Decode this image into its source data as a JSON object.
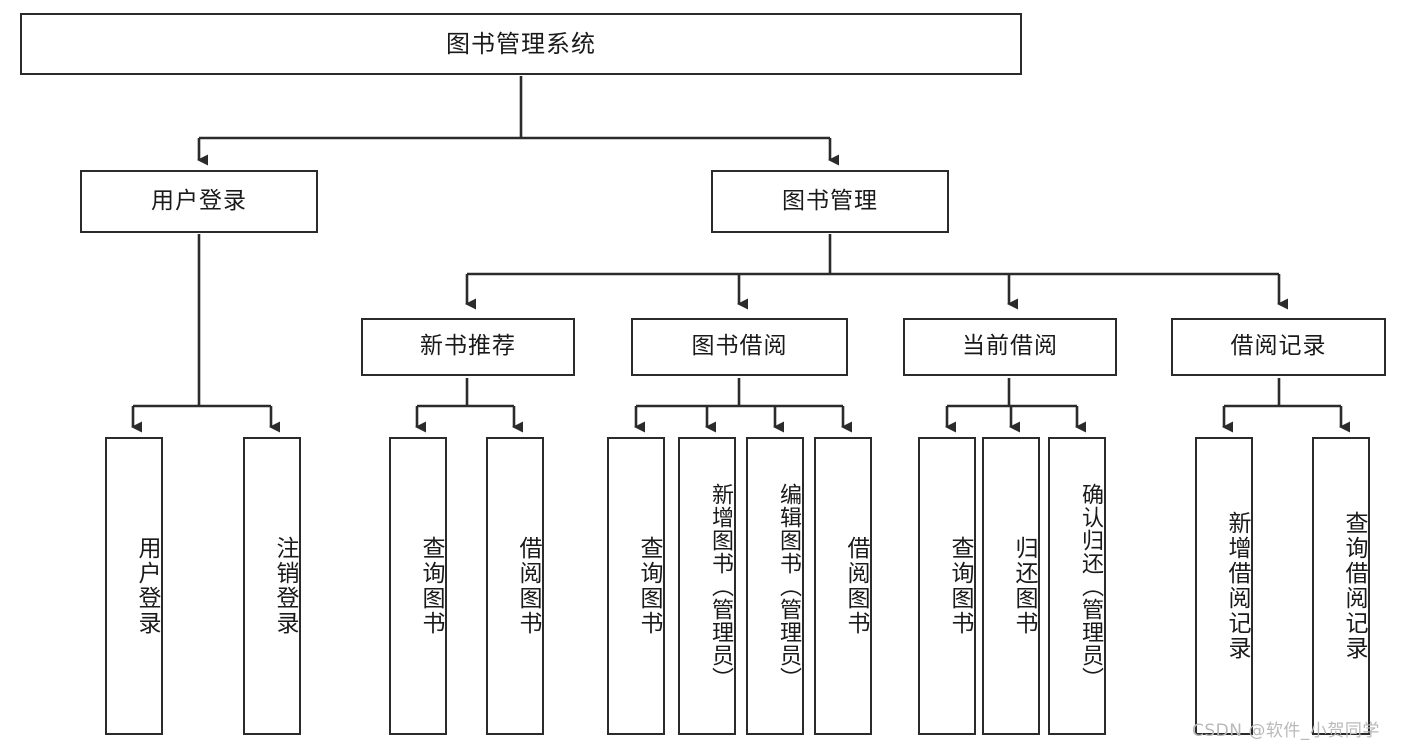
{
  "diagram": {
    "type": "tree",
    "title": "图书管理系统",
    "orientation": "top-down",
    "style": {
      "box_border_color": "#2b2b2b",
      "box_fill_color": "#ffffff",
      "line_color": "#2b2b2b",
      "text_color": "#1a1a1a",
      "background": "#ffffff"
    },
    "root": {
      "label": "图书管理系统"
    },
    "level2": [
      {
        "label": "用户登录"
      },
      {
        "label": "图书管理"
      }
    ],
    "level3": [
      {
        "label": "新书推荐"
      },
      {
        "label": "图书借阅"
      },
      {
        "label": "当前借阅"
      },
      {
        "label": "借阅记录"
      }
    ],
    "leaves": {
      "user_login": [
        {
          "label": "用户登录"
        },
        {
          "label": "注销登录"
        }
      ],
      "new_book_recommend": [
        {
          "label": "查询图书"
        },
        {
          "label": "借阅图书"
        }
      ],
      "book_borrow": [
        {
          "label": "查询图书"
        },
        {
          "label": "新增图书（管理员）"
        },
        {
          "label": "编辑图书（管理员）"
        },
        {
          "label": "借阅图书"
        }
      ],
      "current_borrow": [
        {
          "label": "查询图书"
        },
        {
          "label": "归还图书"
        },
        {
          "label": "确认归还（管理员）"
        }
      ],
      "borrow_records": [
        {
          "label": "新增借阅记录"
        },
        {
          "label": "查询借阅记录"
        }
      ]
    }
  },
  "watermark": {
    "text": "CSDN @软件_小贺同学"
  }
}
